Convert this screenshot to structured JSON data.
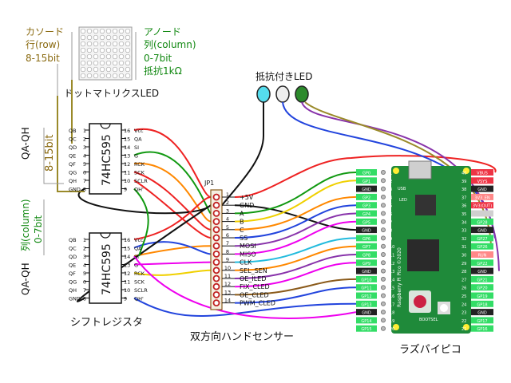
{
  "matrix": {
    "cathode": [
      "カソード",
      "行(row)",
      "8-15bit"
    ],
    "anode": [
      "アノード",
      "列(column)",
      "0-7bit",
      "抵抗1kΩ"
    ],
    "caption": "ドットマトリクスLED"
  },
  "leds": {
    "caption": "抵抗付きLED",
    "colors": [
      "#55ddee",
      "#eeeeee",
      "#2c8a2c"
    ]
  },
  "shift": {
    "chip_name": "74HC595",
    "pins_left": [
      "QB",
      "QC",
      "QD",
      "QE",
      "QF",
      "QG",
      "QH",
      "GND"
    ],
    "pins_right": [
      "Vcc",
      "QA",
      "SI",
      "G",
      "RCK",
      "SCK",
      "SCLR",
      "QH'"
    ],
    "nums_left": [
      "1",
      "2",
      "3",
      "4",
      "5",
      "6",
      "7",
      "8"
    ],
    "nums_right": [
      "16",
      "15",
      "14",
      "13",
      "12",
      "11",
      "10",
      "9"
    ],
    "qa_qh": "QA-QH",
    "upper_bits": "8-15bit",
    "lower_bits1": "列(column)",
    "lower_bits2": "0-7bit",
    "caption": "シフトレジスタ"
  },
  "header": {
    "title": "JP1",
    "pins": [
      "+5V",
      "GND",
      "A",
      "B",
      "C",
      "SS",
      "MOSI",
      "MISO",
      "CLK",
      "SEL_SEN",
      "OE_ILED",
      "FIX_CLED",
      "OE_CLED",
      "PWM_CLED"
    ],
    "caption": "双方向ハンドセンサー"
  },
  "pico": {
    "left_pins": [
      "GP0",
      "GP1",
      "GND",
      "GP2",
      "GP3",
      "GP4",
      "GP5",
      "GND",
      "GP6",
      "GP7",
      "GP8",
      "GP9",
      "GND",
      "GP10",
      "GP11",
      "GP12",
      "GP13",
      "GND",
      "GP14",
      "GP15"
    ],
    "right_pins": [
      "VBUS",
      "VSYS",
      "GND",
      "3V3_EN",
      "3V3(OUT)",
      "",
      "GP28",
      "GND",
      "GP27",
      "GP26",
      "RUN",
      "GP22",
      "GND",
      "GP21",
      "GP20",
      "GP19",
      "GP18",
      "GND",
      "GP17",
      "GP16"
    ],
    "left_nums": [
      "1",
      "2",
      "3",
      "4",
      "5",
      "6",
      "7",
      "8",
      "9",
      "10",
      "11",
      "12",
      "13",
      "14",
      "15",
      "16",
      "17",
      "18",
      "19",
      "20"
    ],
    "right_nums": [
      "40",
      "39",
      "38",
      "37",
      "36",
      "35",
      "34",
      "33",
      "32",
      "31",
      "30",
      "29",
      "28",
      "27",
      "26",
      "25",
      "24",
      "23",
      "22",
      "21"
    ],
    "board_text": "Raspberry Pi Pico ©2020",
    "usb": "USB",
    "led": "LED",
    "bootsel": "BOOTSEL",
    "caption": "ラズパイピコ"
  },
  "wire_colors": {
    "red": "#ee2222",
    "black": "#111111",
    "orange": "#ff8800",
    "yellow": "#f0d000",
    "green": "#119911",
    "magenta": "#ee00ee",
    "blue": "#2244dd",
    "purple": "#8833aa",
    "brown": "#8a5a1a",
    "olive": "#9a8a2a",
    "cyan": "#22bbdd",
    "pin_green": "#33dd66",
    "pin_red": "#ee3344"
  }
}
